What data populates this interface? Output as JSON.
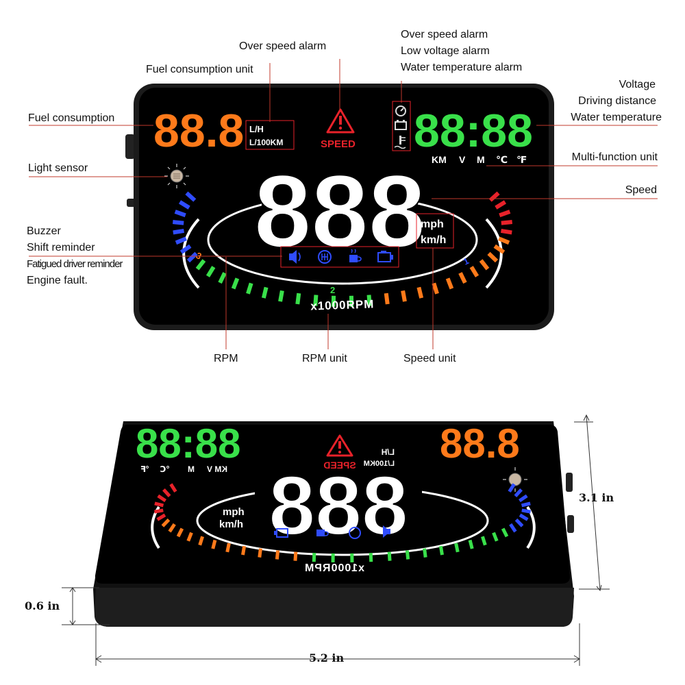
{
  "labels": {
    "over_speed_alarm": "Over speed alarm",
    "fuel_consumption_unit": "Fuel consumption unit",
    "fuel_consumption": "Fuel consumption",
    "light_sensor": "Light sensor",
    "buzzer": "Buzzer",
    "shift_reminder": "Shift reminder",
    "fatigued_driver_reminder": "Fatigued driver reminder",
    "engine_fault": "Engine fault.",
    "rpm": "RPM",
    "rpm_unit": "RPM unit",
    "speed_unit": "Speed unit",
    "alarm_over_speed": "Over speed alarm",
    "alarm_low_voltage": "Low voltage alarm",
    "alarm_water_temp": "Water temperature alarm",
    "voltage": "Voltage",
    "driving_distance": "Driving distance",
    "water_temperature": "Water temperature",
    "multi_function_unit": "Multi-function unit",
    "speed": "Speed"
  },
  "display": {
    "fuel_digits": "88.8",
    "fuel_unit_lh": "L/H",
    "fuel_unit_l100": "L/100KM",
    "speed_warning": "SPEED",
    "multi_digits": "88:88",
    "multi_units": [
      "KM",
      "V",
      "M",
      "℃",
      "℉"
    ],
    "speed_digits": "888",
    "speed_unit_mph": "mph",
    "speed_unit_kmh": "km/h",
    "rpm_unit": "x1000RPM",
    "rpm_marks": [
      "1",
      "2",
      "3"
    ]
  },
  "dimensions": {
    "width": "5.2 in",
    "depth": "3.1 in",
    "height": "0.6 in"
  },
  "colors": {
    "fuel": "#ff7a1a",
    "multi": "#39e04a",
    "warning": "#e8222a",
    "blue": "#2f4cff",
    "white": "#ffffff"
  },
  "icons": [
    "light-sensor-icon",
    "warning-triangle-icon",
    "speed-alarm-icon",
    "battery-icon",
    "thermometer-icon",
    "buzzer-icon",
    "shift-icon",
    "coffee-cup-icon",
    "engine-icon"
  ]
}
